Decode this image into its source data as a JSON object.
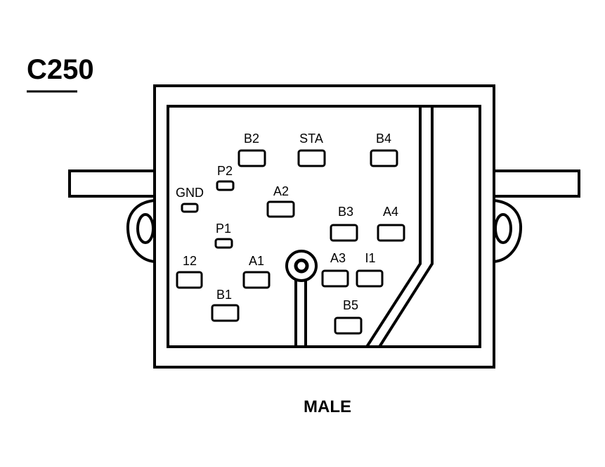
{
  "connector_id": "C250",
  "view_label": "MALE",
  "pins": [
    {
      "id": "b2",
      "label": "B2"
    },
    {
      "id": "sta",
      "label": "STA"
    },
    {
      "id": "b4",
      "label": "B4"
    },
    {
      "id": "p2",
      "label": "P2"
    },
    {
      "id": "gnd",
      "label": "GND"
    },
    {
      "id": "a2",
      "label": "A2"
    },
    {
      "id": "b3",
      "label": "B3"
    },
    {
      "id": "a4",
      "label": "A4"
    },
    {
      "id": "p1",
      "label": "P1"
    },
    {
      "id": "12",
      "label": "12"
    },
    {
      "id": "a1",
      "label": "A1"
    },
    {
      "id": "a3",
      "label": "A3"
    },
    {
      "id": "i1",
      "label": "I1"
    },
    {
      "id": "b1",
      "label": "B1"
    },
    {
      "id": "b5",
      "label": "B5"
    }
  ]
}
